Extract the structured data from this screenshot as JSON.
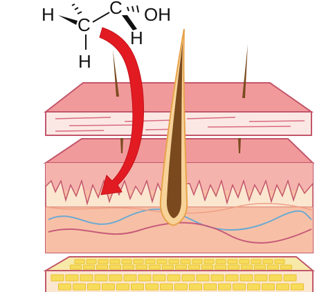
{
  "molecule": {
    "atoms": {
      "h_left": "H",
      "c_left": "C",
      "c_right": "C",
      "oh": "OH",
      "h_right": "H",
      "h_bottom": "H"
    }
  },
  "colors": {
    "arrow": "#e21b23",
    "epidermis_top": "#f19a9b",
    "epidermis_front": "#fbe8e4",
    "dermis_top": "#f3a7a4",
    "dermis_papillary": "#f5b7b3",
    "dermis_body": "#f7c0a6",
    "outline": "#c2566a",
    "hair": "#7a4a1e",
    "hair_sheath": "#f7d39a",
    "fat": "#f7dc5c",
    "vessel": "#6aa9d2",
    "nerve": "#c65a7a"
  }
}
